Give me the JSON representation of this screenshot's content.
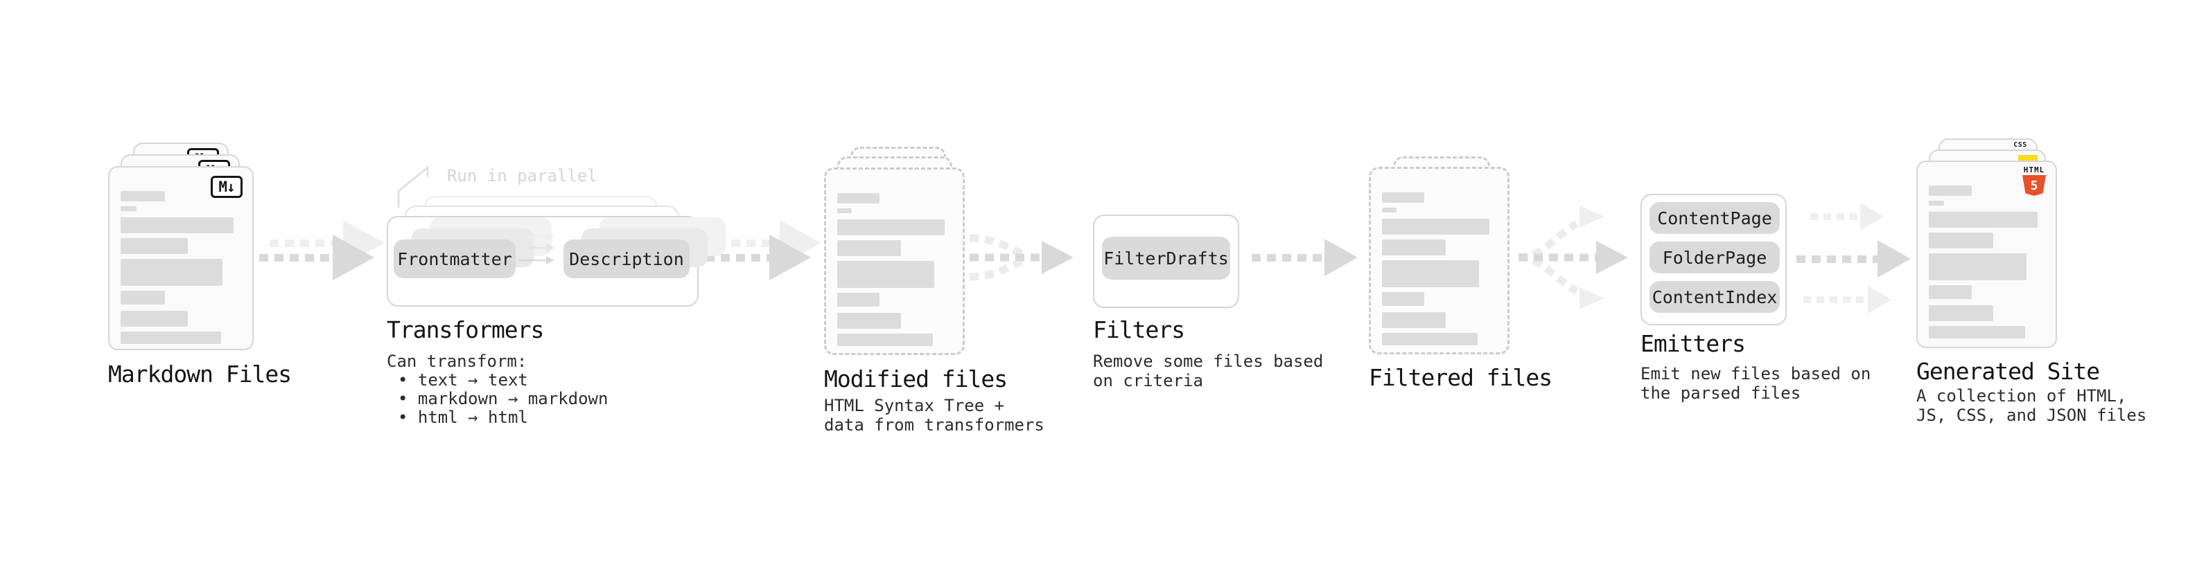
{
  "stages": {
    "markdown": {
      "label": "Markdown Files",
      "icon": "markdown-icon",
      "badge_text": "M↓"
    },
    "transformers": {
      "label": "Transformers",
      "note": "Run in parallel",
      "pill_left": "Frontmatter",
      "pill_right": "Description",
      "desc_title": "Can transform:",
      "bullets": [
        "• text → text",
        "• markdown → markdown",
        "• html → html"
      ]
    },
    "modified": {
      "label": "Modified files",
      "desc": "HTML Syntax Tree +\ndata from transformers"
    },
    "filters": {
      "label": "Filters",
      "pill": "FilterDrafts",
      "desc": "Remove some files based\non criteria"
    },
    "filtered": {
      "label": "Filtered files"
    },
    "emitters": {
      "label": "Emitters",
      "pills": [
        "ContentPage",
        "FolderPage",
        "ContentIndex"
      ],
      "desc": "Emit new files based on\nthe parsed files"
    },
    "generated": {
      "label": "Generated Site",
      "desc": "A collection of HTML,\nJS, CSS, and JSON files",
      "icons": {
        "html5_label": "HTML",
        "html5_number": "5",
        "css_label": "CSS"
      }
    }
  },
  "colors": {
    "html5_orange": "#e8502a",
    "js_yellow": "#f5de19",
    "css_blue": "#2b62e9",
    "arrow_dark": "#d9d9d9",
    "arrow_light": "#efefef"
  }
}
